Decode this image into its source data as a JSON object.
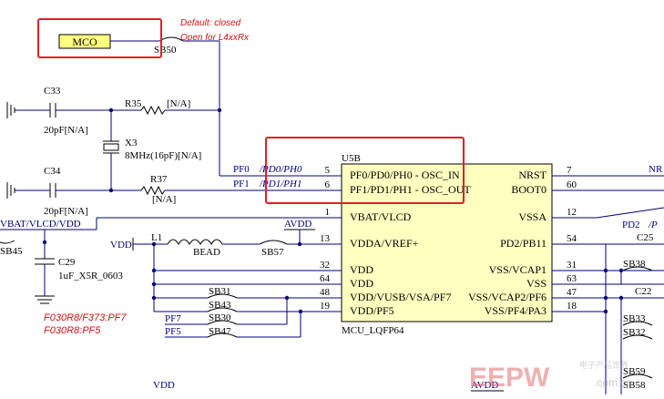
{
  "annotations": {
    "default_closed": "Default: closed",
    "open_for": "Open for L4xxRx",
    "f030_pf7": "F030R8/F373:PF7",
    "f030_pf5": "F030R8:PF5"
  },
  "mco": {
    "label": "MCO",
    "jumper": "SB50"
  },
  "components": {
    "c33": {
      "ref": "C33",
      "value": "20pF[N/A]"
    },
    "c34": {
      "ref": "C34",
      "value": "20pF[N/A]"
    },
    "r35": {
      "ref": "R35",
      "value": "[N/A]"
    },
    "r37": {
      "ref": "R37",
      "value": "[N/A]"
    },
    "x3": {
      "ref": "X3",
      "value": "8MHz(16pF)[N/A]"
    },
    "c29": {
      "ref": "C29",
      "value": "1uF_X5R_0603"
    },
    "l1": {
      "ref": "L1",
      "value": "BEAD"
    }
  },
  "nets": {
    "pf0_left": "PF0",
    "pf0_right": "/PD0/PH0",
    "pf1_left": "PF1",
    "pf1_right": "/PD1/PH1",
    "vbat": "VBAT/VLCD/VDD",
    "avdd": "AVDD",
    "vdd": "VDD",
    "pf7": "PF7",
    "pf5": "PF5",
    "nr": "NR",
    "pd2": "PD2",
    "pd2_suffix": "/P",
    "vdd_bottom": "VDD",
    "avdd_bottom": "AVDD"
  },
  "jumpers": {
    "sb45": "SB45",
    "sb57": "SB57",
    "sb31": "SB31",
    "sb43": "SB43",
    "sb30": "SB30",
    "sb47": "SB47",
    "sb38": "SB38",
    "sb33": "SB33",
    "sb32": "SB32",
    "sb59": "SB59",
    "sb58": "SB58"
  },
  "right_parts": {
    "c25": "C25",
    "c22": "C22"
  },
  "chip": {
    "ref": "U5B",
    "part": "MCU_LQFP64",
    "fill": "#ffffc0",
    "left_pins": [
      {
        "num": "5",
        "name": "PF0/PD0/PH0 - OSC_IN"
      },
      {
        "num": "6",
        "name": "PF1/PD1/PH1 - OSC_OUT"
      },
      {
        "num": "1",
        "name": "VBAT/VLCD"
      },
      {
        "num": "13",
        "name": "VDDA/VREF+"
      },
      {
        "num": "32",
        "name": "VDD"
      },
      {
        "num": "64",
        "name": "VDD"
      },
      {
        "num": "48",
        "name": "VDD/VUSB/VSA/PF7"
      },
      {
        "num": "19",
        "name": "VDD/PF5"
      }
    ],
    "right_pins": [
      {
        "num": "7",
        "name": "NRST"
      },
      {
        "num": "60",
        "name": "BOOT0"
      },
      {
        "num": "12",
        "name": "VSSA"
      },
      {
        "num": "54",
        "name": "PD2/PB11"
      },
      {
        "num": "31",
        "name": "VSS/VCAP1"
      },
      {
        "num": "63",
        "name": "VSS"
      },
      {
        "num": "47",
        "name": "VSS/VCAP2/PF6"
      },
      {
        "num": "18",
        "name": "VSS/PF4/PA3"
      }
    ]
  },
  "watermark": {
    "text": "EEPW",
    "cn": "电子产品世界",
    "domain": ".com.cn"
  },
  "highlight_color": "#e02020"
}
